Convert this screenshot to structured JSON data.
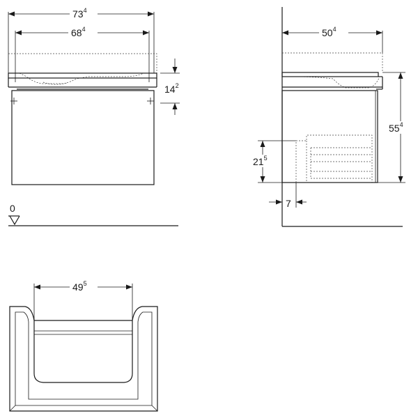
{
  "front_view": {
    "overall_width": {
      "main": "73",
      "sup": "4"
    },
    "inner_width": {
      "main": "68",
      "sup": "4"
    },
    "worktop_height": {
      "main": "14",
      "sup": "2"
    },
    "floor_marker": "0"
  },
  "side_view": {
    "depth": {
      "main": "50",
      "sup": "4"
    },
    "height": {
      "main": "55",
      "sup": "4"
    },
    "drawer_height": {
      "main": "21",
      "sup": "5"
    },
    "offset": {
      "main": "7",
      "sup": ""
    }
  },
  "top_view": {
    "drawer_width": {
      "main": "49",
      "sup": "5"
    }
  }
}
